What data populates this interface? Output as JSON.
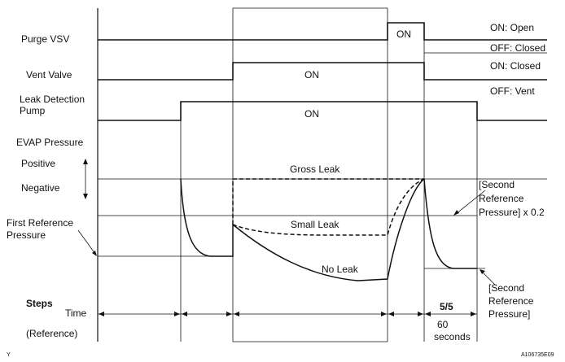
{
  "signals": {
    "purge_vsv": "Purge VSV",
    "vent_valve": "Vent Valve",
    "leak_pump_line1": "Leak Detection",
    "leak_pump_line2": "Pump",
    "evap_pressure": "EVAP Pressure",
    "positive": "Positive",
    "negative": "Negative",
    "first_ref_line1": "First Reference",
    "first_ref_line2": "Pressure"
  },
  "states": {
    "on_open": "ON: Open",
    "off_closed": "OFF: Closed",
    "on_closed": "ON: Closed",
    "off_vent": "OFF: Vent",
    "purge_on": "ON",
    "vent_on": "ON",
    "pump_on": "ON"
  },
  "curves": {
    "gross_leak": "Gross Leak",
    "small_leak": "Small Leak",
    "no_leak": "No Leak"
  },
  "second_ref_x02": [
    "[Second",
    "Reference",
    "Pressure] x 0.2"
  ],
  "second_ref": [
    "[Second",
    "Reference",
    "Pressure]"
  ],
  "steps": {
    "steps_label": "Steps",
    "time_label": "Time",
    "reference_label": "(Reference)",
    "step_value": "5/5",
    "duration_value": "60",
    "duration_unit": "seconds"
  },
  "corner_mark": "Y",
  "figure_code": "A106735E09"
}
